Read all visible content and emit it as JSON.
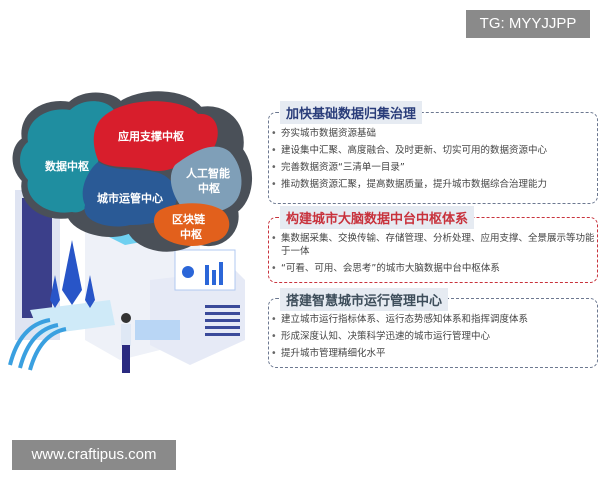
{
  "watermarks": {
    "top": "TG: MYYJJPP",
    "bottom": "www.craftipus.com"
  },
  "brain": {
    "data_hub": "数据中枢",
    "app_hub": "应用支撑中枢",
    "city_ops": "城市运管中心",
    "ai_hub_line1": "人工智能",
    "ai_hub_line2": "中枢",
    "blockchain_line1": "区块链",
    "blockchain_line2": "中枢"
  },
  "colors": {
    "data_hub": "#1f8ea0",
    "app_hub": "#d81e2c",
    "city_ops": "#2a5a96",
    "ai_hub": "#7f9fb8",
    "blockchain": "#e2601c",
    "title_blue": "#2a3d7a",
    "title_red": "#c8323c",
    "title_gray": "#3d4d5a"
  },
  "panels": [
    {
      "title": "加快基础数据归集治理",
      "items": [
        "夯实城市数据资源基础",
        "建设集中汇聚、高度融合、及时更新、切实可用的数据资源中心",
        "完善数据资源“三清单一目录”",
        "推动数据资源汇聚，提高数据质量，提升城市数据综合治理能力"
      ]
    },
    {
      "title": "构建城市大脑数据中台中枢体系",
      "items": [
        "集数据采集、交换传输、存储管理、分析处理、应用支撑、全景展示等功能于一体",
        "“可看、可用、会思考”的城市大脑数据中台中枢体系"
      ]
    },
    {
      "title": "搭建智慧城市运行管理中心",
      "items": [
        "建立城市运行指标体系、运行态势感知体系和指挥调度体系",
        "形成深度认知、决策科学迅速的城市运行管理中心",
        "提升城市管理精细化水平"
      ]
    }
  ]
}
